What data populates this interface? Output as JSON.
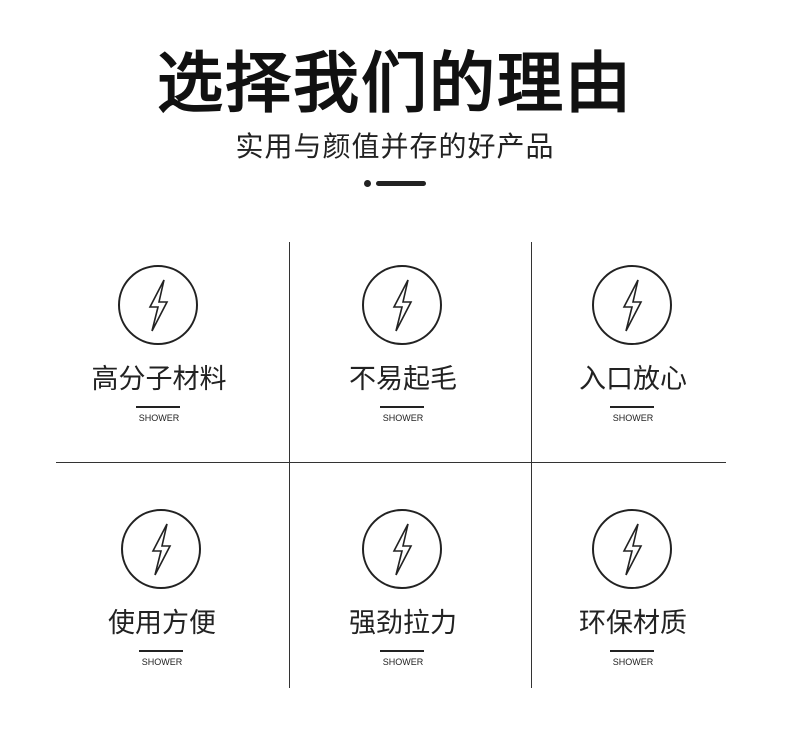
{
  "header": {
    "title": "选择我们的理由",
    "subtitle": "实用与颜值并存的好产品"
  },
  "features": [
    {
      "label": "高分子材料",
      "caption": "SHOWER",
      "icon": "lightning-bolt-icon"
    },
    {
      "label": "不易起毛",
      "caption": "SHOWER",
      "icon": "lightning-bolt-icon"
    },
    {
      "label": "入口放心",
      "caption": "SHOWER",
      "icon": "lightning-bolt-icon"
    },
    {
      "label": "使用方便",
      "caption": "SHOWER",
      "icon": "lightning-bolt-icon"
    },
    {
      "label": "强劲拉力",
      "caption": "SHOWER",
      "icon": "lightning-bolt-icon"
    },
    {
      "label": "环保材质",
      "caption": "SHOWER",
      "icon": "lightning-bolt-icon"
    }
  ],
  "colors": {
    "text": "#222222",
    "background": "#ffffff",
    "lines": "#333333"
  }
}
